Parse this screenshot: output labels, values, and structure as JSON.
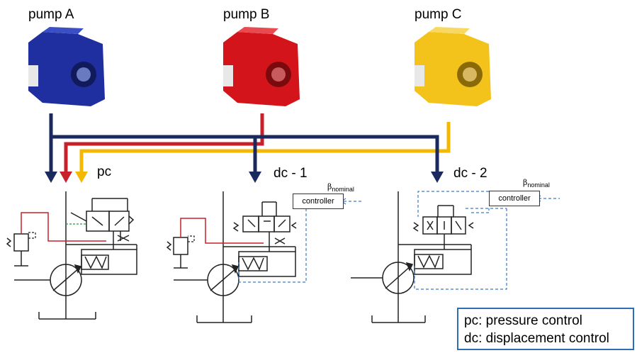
{
  "pumps": [
    {
      "label": "pump A",
      "color": "#1f2fa0"
    },
    {
      "label": "pump B",
      "color": "#d4141b"
    },
    {
      "label": "pump C",
      "color": "#f3c21b"
    }
  ],
  "configs": [
    {
      "label": "pc"
    },
    {
      "label": "dc - 1",
      "controller": "controller",
      "beta_symbol": "β",
      "beta_sub": "nominal"
    },
    {
      "label": "dc - 2",
      "controller": "controller",
      "beta_symbol": "β",
      "beta_sub": "nominal"
    }
  ],
  "legend": {
    "line1": "pc: pressure control",
    "line2": "dc: displacement control"
  },
  "colors": {
    "navy": "#1a2a5e",
    "red": "#c8202a",
    "yellow": "#f5b800",
    "signal": "#3a7ac8",
    "legend_border": "#2f6db5"
  }
}
